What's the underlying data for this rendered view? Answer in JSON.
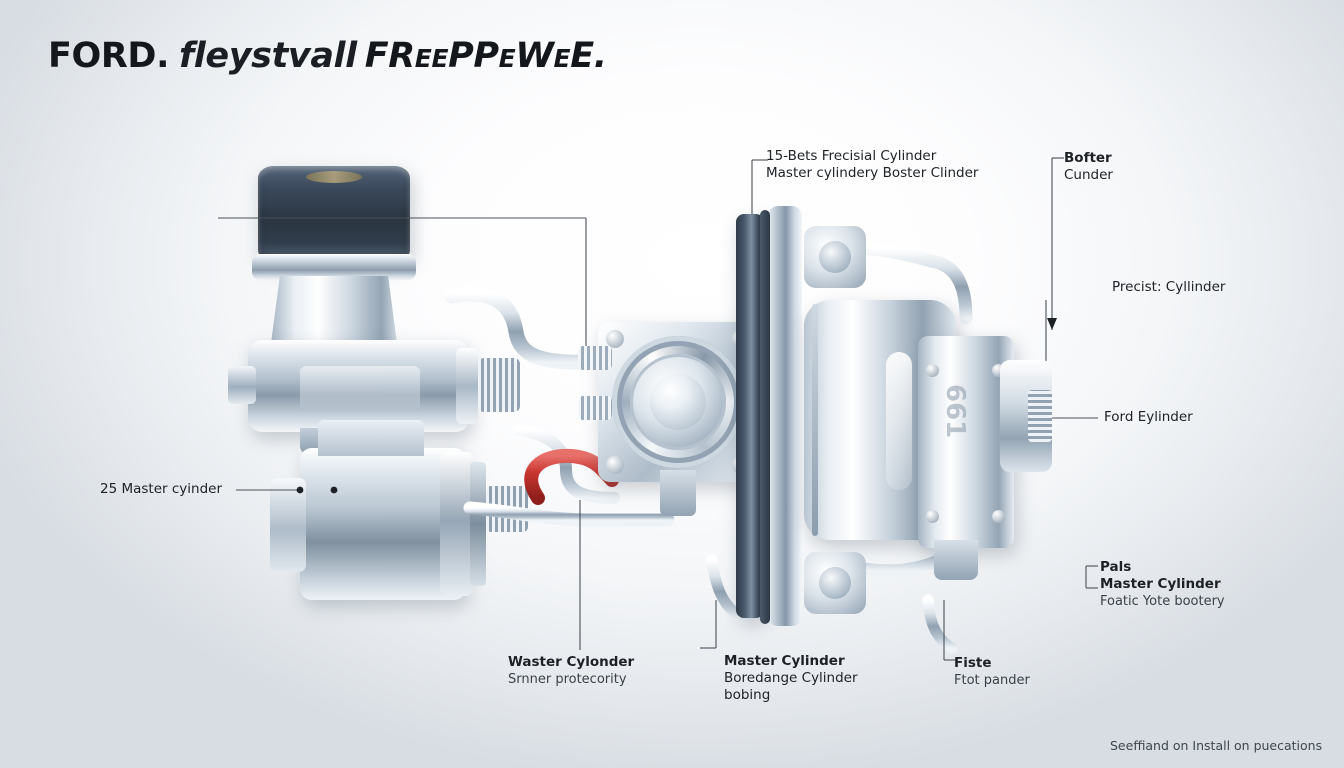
{
  "title": {
    "brand": "FORD.",
    "italic_word": "fleystvall",
    "caps_word": "FReePPeWeE."
  },
  "colors": {
    "background_light": "#fdfdfe",
    "background_edge": "#c9ced4",
    "metal_light": "#e3e9ef",
    "metal_mid": "#8c9cac",
    "metal_dark_cap": "#26313d",
    "hose_red": "#c8352f",
    "leader_line": "#4a5158",
    "text": "#1d2126"
  },
  "callouts": [
    {
      "id": "top-center",
      "line1": "15-Bets Frecisial Cylinder",
      "line2": "Master cylindery Boster Clinder",
      "line3": ""
    },
    {
      "id": "top-right",
      "line1": "Bofter",
      "line2": "Cunder",
      "line3": ""
    },
    {
      "id": "right-middle",
      "line1": "Precist: Cyllinder",
      "line2": "",
      "line3": ""
    },
    {
      "id": "right-ford",
      "line1": "Ford Eylinder",
      "line2": "",
      "line3": ""
    },
    {
      "id": "right-lower",
      "line1": "Pals",
      "line2": "Master Cylinder",
      "line3": "Foatic Yote bootery"
    },
    {
      "id": "left-master",
      "line1": "25 Master cyinder",
      "line2": "",
      "line3": ""
    },
    {
      "id": "bottom-left",
      "line1": "Waster Cylonder",
      "line2": "Srnner protecority",
      "line3": ""
    },
    {
      "id": "bottom-center",
      "line1": "Master Cylinder",
      "line2": "Boredange Cylinder",
      "line3": "bobing"
    },
    {
      "id": "bottom-right",
      "line1": "Fiste",
      "line2": "Ftot pander",
      "line3": ""
    }
  ],
  "footer": {
    "note": "Seeffiand on Install on puecations"
  },
  "embossed": {
    "housing_mark": "661"
  }
}
